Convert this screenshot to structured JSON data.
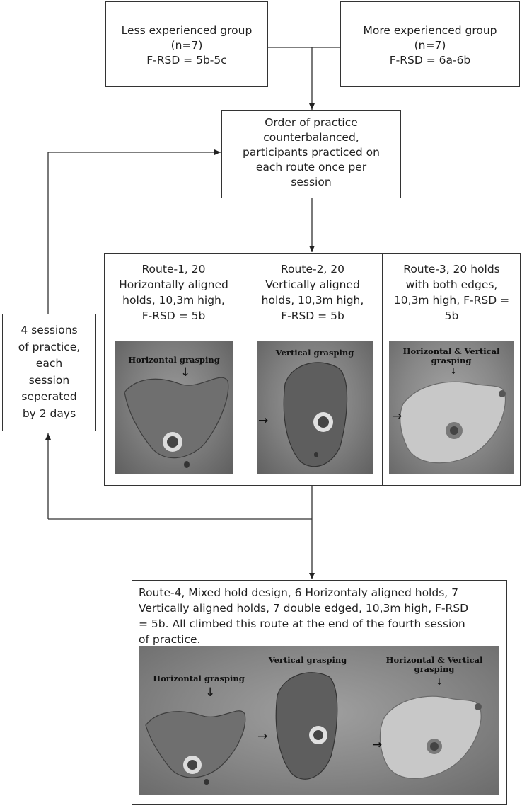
{
  "groups": {
    "less": [
      "Less experienced group",
      "(n=7)",
      "F-RSD = 5b-5c"
    ],
    "more": [
      "More experienced group",
      "(n=7)",
      "F-RSD = 6a-6b"
    ]
  },
  "order_box": [
    "Order of practice",
    "counterbalanced,",
    "participants practiced on",
    "each route once per",
    "session"
  ],
  "sessions_box": [
    "4 sessions",
    "of practice,",
    "each",
    "session",
    "seperated",
    "by 2 days"
  ],
  "routes": [
    {
      "lines": [
        "Route-1, 20",
        "Horizontally aligned",
        "holds, 10,3m high,",
        "F-RSD = 5b"
      ],
      "photo_label": [
        "Horizontal grasping"
      ],
      "arrow": "down"
    },
    {
      "lines": [
        "Route-2, 20",
        "Vertically aligned",
        "holds, 10,3m high,",
        "F-RSD = 5b"
      ],
      "photo_label": [
        "Vertical grasping"
      ],
      "arrow": "right"
    },
    {
      "lines": [
        "Route-3, 20 holds",
        "with both edges,",
        "10,3m high,  F-RSD =",
        "5b"
      ],
      "photo_label": [
        "Horizontal & Vertical",
        "grasping"
      ],
      "arrow": "both"
    }
  ],
  "route4": {
    "lines": [
      "Route-4, Mixed hold design, 6 Horizontaly aligned holds, 7",
      "Vertically aligned holds, 7 double edged, 10,3m high, F-RSD",
      "= 5b. All climbed this route at the end of the fourth session",
      "of practice."
    ],
    "photo_labels": [
      [
        "Horizontal grasping"
      ],
      [
        "Vertical grasping"
      ],
      [
        "Horizontal & Vertical",
        "grasping"
      ]
    ]
  },
  "icons": {
    "horizontal": "horizontal-hold-icon",
    "vertical": "vertical-hold-icon",
    "dual": "dual-edge-hold-icon",
    "arrow_down": "down-arrow-icon",
    "arrow_right": "right-arrow-icon"
  }
}
